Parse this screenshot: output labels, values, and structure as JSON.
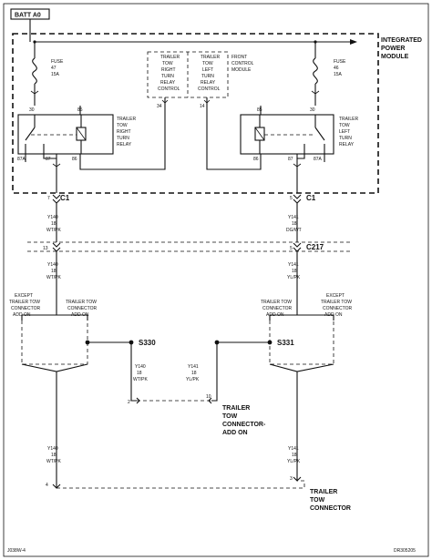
{
  "batt_label": "BATT A0",
  "ipm_label": [
    "INTEGRATED",
    "POWER",
    "MODULE"
  ],
  "fuse_left": {
    "name": "FUSE",
    "num": "47",
    "amp": "15A"
  },
  "fuse_right": {
    "name": "FUSE",
    "num": "46",
    "amp": "15A"
  },
  "fcm_label": [
    "FRONT",
    "CONTROL",
    "MODULE"
  ],
  "fcm_right_relay_label": [
    "TRAILER",
    "TOW",
    "RIGHT",
    "TURN",
    "RELAY",
    "CONTROL"
  ],
  "fcm_left_relay_label": [
    "TRAILER",
    "TOW",
    "LEFT",
    "TURN",
    "RELAY",
    "CONTROL"
  ],
  "fcm_pins": {
    "right": "34",
    "left": "14"
  },
  "relay_right_label": [
    "TRAILER",
    "TOW",
    "RIGHT",
    "TURN",
    "RELAY"
  ],
  "relay_left_label": [
    "TRAILER",
    "TOW",
    "LEFT",
    "TURN",
    "RELAY"
  ],
  "relay_right_pins": {
    "p30": "30",
    "p85": "85",
    "p87a": "87A",
    "p87": "87",
    "p86": "86"
  },
  "relay_left_pins": {
    "p30": "30",
    "p85": "85",
    "p87a": "87A",
    "p87": "87",
    "p86": "86"
  },
  "c1": {
    "label": "C1",
    "pin_left": "7",
    "pin_right": "5"
  },
  "wire_left_top": [
    "Y140",
    "18",
    "WT/PK"
  ],
  "wire_right_top": [
    "Y141",
    "18",
    "DG/WT"
  ],
  "c217": {
    "label": "C217",
    "pin_left": "13",
    "pin_right": "5"
  },
  "wire_left_mid": [
    "Y140",
    "18",
    "WT/PK"
  ],
  "wire_right_mid": [
    "Y141",
    "18",
    "YL/PK"
  ],
  "except_label": [
    "EXCEPT",
    "TRAILER TOW",
    "CONNECTOR",
    "ADD ON"
  ],
  "add_on_label": [
    "TRAILER TOW",
    "CONNECTOR",
    "ADD ON"
  ],
  "splice_left": "S330",
  "splice_right": "S331",
  "wire_s330": [
    "Y140",
    "18",
    "WT/PK"
  ],
  "wire_s331": [
    "Y141",
    "18",
    "YL/PK"
  ],
  "tt_addon": {
    "label": [
      "TRAILER",
      "TOW",
      "CONNECTOR-",
      "ADD ON"
    ],
    "pin_left": "2",
    "pin_right": "10"
  },
  "wire_left_bot": [
    "Y140",
    "18",
    "WT/PK"
  ],
  "wire_right_bot": [
    "Y141",
    "18",
    "YL/PK"
  ],
  "tt_connector": {
    "label": [
      "TRAILER",
      "TOW",
      "CONNECTOR"
    ],
    "pin_left": "4",
    "pin_right": "3"
  },
  "footer_left": "J038W-4",
  "footer_right": "DR305205"
}
